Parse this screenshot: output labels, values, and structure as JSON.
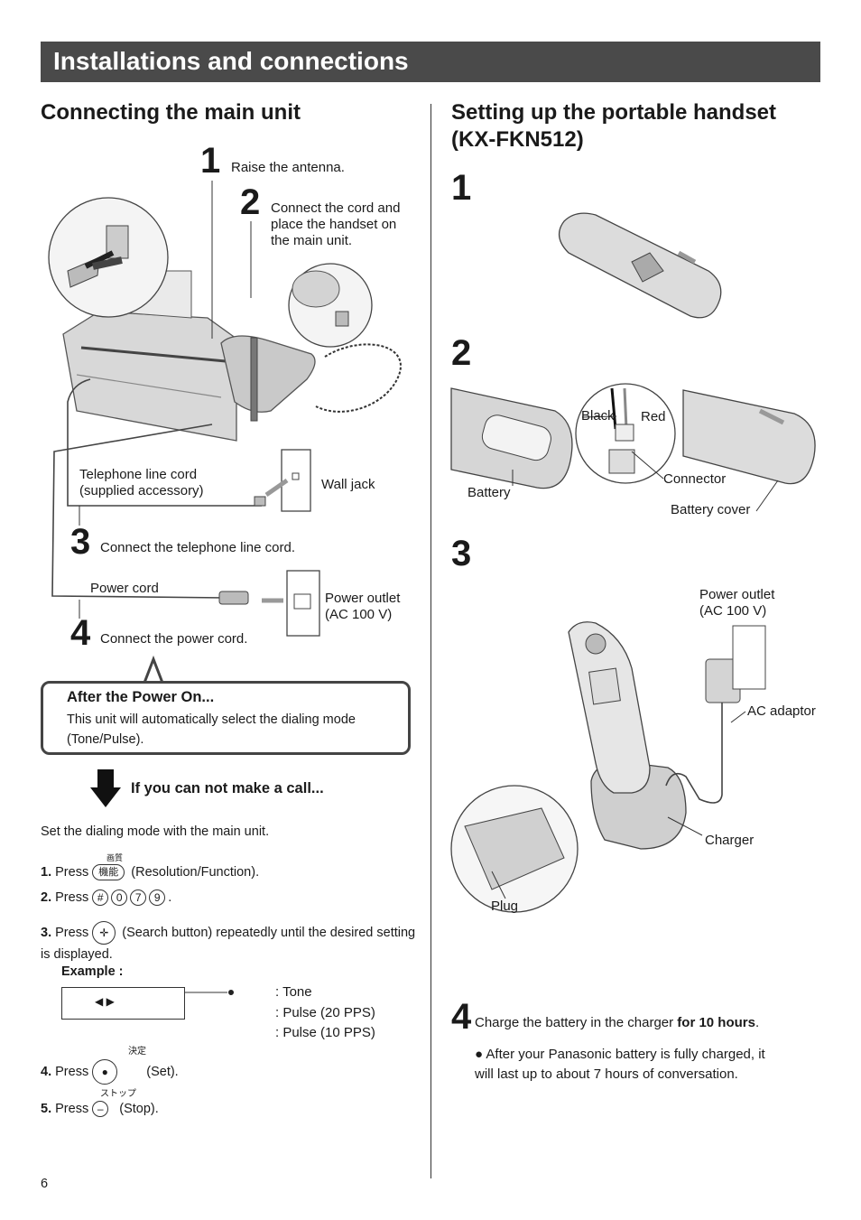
{
  "header": {
    "title": "Installations and connections"
  },
  "left": {
    "heading": "Connecting the main unit",
    "steps": [
      {
        "num": "1",
        "text": "Raise the antenna."
      },
      {
        "num": "2",
        "text": "Connect the cord and place the handset on the main unit."
      },
      {
        "num": "3",
        "text": "Connect the telephone line cord."
      },
      {
        "num": "4",
        "text": "Connect the power cord."
      }
    ],
    "labels": {
      "tel_cord": "Telephone line cord (supplied accessory)",
      "wall_jack": "Wall jack",
      "power_cord": "Power cord",
      "power_outlet": "Power outlet (AC 100 V)"
    },
    "callout": {
      "title": "After the Power On...",
      "body": "This unit will automatically select the dialing mode (Tone/Pulse)."
    },
    "cant_call": "If you can not make a call...",
    "intro": "Set the dialing mode with the main unit.",
    "instructions": [
      {
        "num": "1.",
        "pre": "Press",
        "key_top": "画質",
        "key": "機能",
        "post": "(Resolution/Function)."
      },
      {
        "num": "2.",
        "pre": "Press",
        "keys": [
          "#",
          "0",
          "7",
          "9"
        ],
        "post": "."
      },
      {
        "num": "3.",
        "pre": "Press",
        "post": "(Search button) repeatedly until the desired setting is displayed."
      },
      {
        "num": "4.",
        "pre": "Press",
        "key_top": "決定",
        "post": "(Set)."
      },
      {
        "num": "5.",
        "pre": "Press",
        "key_top": "ストップ",
        "post": "(Stop)."
      }
    ],
    "example": {
      "label": "Example :",
      "options": [
        ": Tone",
        ": Pulse (20 PPS)",
        ": Pulse (10 PPS)"
      ]
    }
  },
  "right": {
    "heading": "Setting up the portable handset (KX-FKN512)",
    "step_nums": [
      "1",
      "2",
      "3",
      "4"
    ],
    "labels": {
      "black": "Black",
      "red": "Red",
      "connector": "Connector",
      "battery": "Battery",
      "battery_cover": "Battery cover",
      "power_outlet": "Power outlet (AC 100 V)",
      "ac_adaptor": "AC adaptor",
      "charger": "Charger",
      "plug": "Plug"
    },
    "step4": {
      "text": "Charge the battery in the charger ",
      "bold": "for 10 hours",
      "end": "."
    },
    "note": "After your Panasonic battery is fully charged, it will last up to about 7 hours of conversation."
  },
  "footer": {
    "page": "6"
  }
}
